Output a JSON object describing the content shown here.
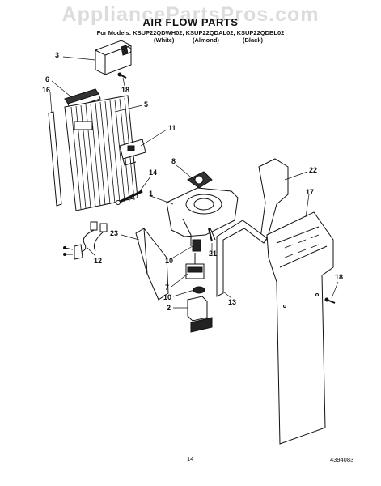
{
  "header": {
    "watermark": "AppliancePartsPros.com",
    "title": "AIR FLOW PARTS",
    "models_line": "For Models: KSUP22QDWH02, KSUP22QDAL02, KSUP22QDBL02",
    "variants": [
      "(White)",
      "(Almond)",
      "(Black)"
    ]
  },
  "callouts": [
    "3",
    "6",
    "16",
    "18",
    "5",
    "11",
    "8",
    "14",
    "1",
    "22",
    "17",
    "23",
    "12",
    "10",
    "21",
    "7",
    "10",
    "2",
    "13",
    "18"
  ],
  "footer": {
    "page_number": "14",
    "doc_number": "4394083"
  }
}
